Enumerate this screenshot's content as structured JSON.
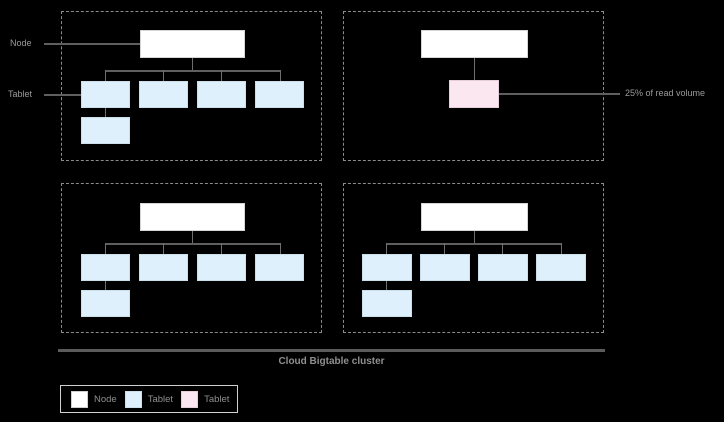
{
  "diagram": {
    "title_caption": "Cloud Bigtable cluster",
    "annotations": {
      "node_label": "Node",
      "tablet_label": "Tablet",
      "hotspot_label": "25% of read volume"
    },
    "legend": {
      "items": [
        {
          "label": "Node",
          "swatch": "white",
          "color": "#ffffff"
        },
        {
          "label": "Tablet",
          "swatch": "blue",
          "color": "#ddf0fb"
        },
        {
          "label": "Tablet",
          "swatch": "pink",
          "color": "#fbe7ef"
        }
      ]
    },
    "quadrants": [
      {
        "name": "node-group-top-left",
        "node_count": 1,
        "tablet_count": 5,
        "hot_tablet_count": 0
      },
      {
        "name": "node-group-top-right",
        "node_count": 1,
        "tablet_count": 0,
        "hot_tablet_count": 1
      },
      {
        "name": "node-group-bottom-left",
        "node_count": 1,
        "tablet_count": 5,
        "hot_tablet_count": 0
      },
      {
        "name": "node-group-bottom-right",
        "node_count": 1,
        "tablet_count": 5,
        "hot_tablet_count": 0
      }
    ]
  }
}
